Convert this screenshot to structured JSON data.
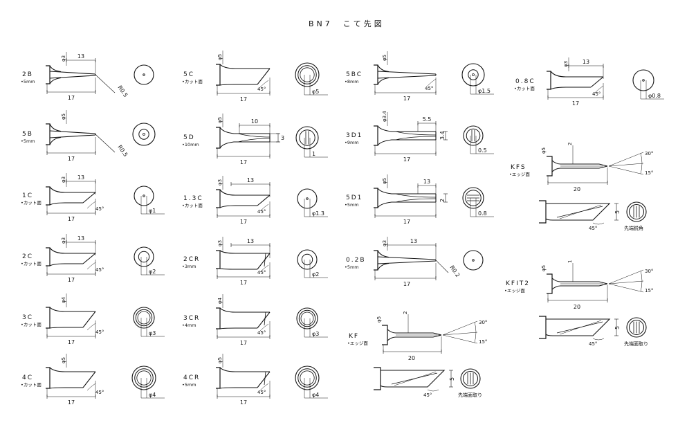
{
  "title": "BN7　こて先図",
  "tips": [
    {
      "name": "2B",
      "note": "•5mm",
      "dims": [
        "φ3",
        "13",
        "17",
        "R0.5"
      ],
      "end": ""
    },
    {
      "name": "5B",
      "note": "•5mm",
      "dims": [
        "φ5",
        "17",
        "R0.5"
      ],
      "end": ""
    },
    {
      "name": "1C",
      "note": "•カット面",
      "dims": [
        "φ3",
        "13",
        "17",
        "45°"
      ],
      "end": "φ1"
    },
    {
      "name": "2C",
      "note": "•カット面",
      "dims": [
        "φ3",
        "13",
        "17",
        "45°"
      ],
      "end": "φ2"
    },
    {
      "name": "3C",
      "note": "•カット面",
      "dims": [
        "φ4",
        "17",
        "45°"
      ],
      "end": "φ3"
    },
    {
      "name": "4C",
      "note": "•カット面",
      "dims": [
        "φ5",
        "17",
        "45°"
      ],
      "end": "φ4"
    },
    {
      "name": "5C",
      "note": "•カット面",
      "dims": [
        "φ5",
        "17",
        "45°"
      ],
      "end": "φ5"
    },
    {
      "name": "5D",
      "note": "•10mm",
      "dims": [
        "φ5",
        "10",
        "3",
        "17"
      ],
      "end": "1"
    },
    {
      "name": "1.3C",
      "note": "•カット面",
      "dims": [
        "φ3",
        "13",
        "17",
        "45°"
      ],
      "end": "φ1.3"
    },
    {
      "name": "2CR",
      "note": "•3mm",
      "dims": [
        "φ3",
        "13",
        "17",
        "45°"
      ],
      "end": "φ2"
    },
    {
      "name": "3CR",
      "note": "•4mm",
      "dims": [
        "φ4",
        "17",
        "45°"
      ],
      "end": "φ3"
    },
    {
      "name": "4CR",
      "note": "•5mm",
      "dims": [
        "φ5",
        "17",
        "45°"
      ],
      "end": "φ4"
    },
    {
      "name": "5BC",
      "note": "•8mm",
      "dims": [
        "φ5",
        "17",
        "45°"
      ],
      "end": "φ1.5"
    },
    {
      "name": "3D1",
      "note": "•9mm",
      "dims": [
        "φ3.4",
        "5.5",
        "3.4",
        "17"
      ],
      "end": "0.5"
    },
    {
      "name": "5D1",
      "note": "•5mm",
      "dims": [
        "φ5",
        "13",
        "2",
        "17"
      ],
      "end": "0.8"
    },
    {
      "name": "0.2B",
      "note": "•5mm",
      "dims": [
        "φ3",
        "13",
        "17",
        "R0.2"
      ],
      "end": ""
    },
    {
      "name": "KF",
      "note": "•エッジ面",
      "dims": [
        "φ5",
        "2",
        "30°",
        "15°",
        "20",
        "5",
        "45°"
      ],
      "end": "先端面取り"
    },
    {
      "name": "0.8C",
      "note": "•カット面",
      "dims": [
        "φ3",
        "13",
        "17",
        "45°"
      ],
      "end": "φ0.8"
    },
    {
      "name": "KFS",
      "note": "•エッジ面",
      "dims": [
        "φ5",
        "2",
        "30°",
        "15°",
        "20",
        "5",
        "45°"
      ],
      "end": "先端鋭角"
    },
    {
      "name": "KFIT2",
      "note": "•エッジ面",
      "dims": [
        "φ5",
        "1",
        "30°",
        "15°",
        "20",
        "5",
        "45°"
      ],
      "end": "先端面取り"
    }
  ]
}
